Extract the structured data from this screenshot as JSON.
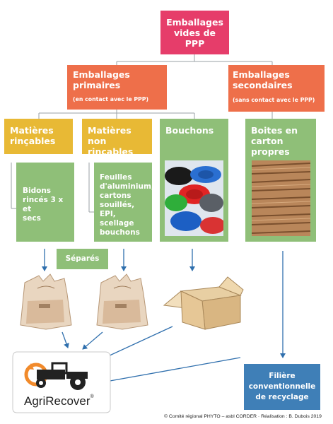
{
  "top": {
    "lines": [
      "Emballages",
      "vides de",
      "PPP"
    ]
  },
  "primaires": {
    "title_lines": [
      "Emballages",
      "primaires"
    ],
    "sub": "(en contact avec le PPP)"
  },
  "secondaires": {
    "title_lines": [
      "Emballages",
      "secondaires"
    ],
    "sub": "(sans contact avec le PPP)"
  },
  "categories": {
    "rincables": [
      "Matières",
      "rinçables"
    ],
    "non_rincables": [
      "Matières",
      "non rinçables"
    ],
    "bouchons": [
      "Bouchons"
    ],
    "boites": [
      "Boites en",
      "carton propres"
    ]
  },
  "contents": {
    "bidons": [
      "Bidons",
      "rincés 3 x et",
      "secs"
    ],
    "feuilles": [
      "Feuilles",
      "d'aluminium,",
      "cartons",
      "souillés,",
      "EPI, scellage",
      "bouchons"
    ]
  },
  "separes": "Séparés",
  "filiere": [
    "Filière",
    "conventionnelle",
    "de recyclage"
  ],
  "logo": {
    "agri": "Agri",
    "recover": "Recover",
    "mark": "®"
  },
  "credit": "© Comité régional PHYTO – asbl CORDER · Réalisation : B. Dubois 2019",
  "colors": {
    "pink": "#e63d6a",
    "orange": "#ee6f4a",
    "yellow": "#e8b935",
    "green": "#8fbf78",
    "blue": "#3f7fb7"
  }
}
